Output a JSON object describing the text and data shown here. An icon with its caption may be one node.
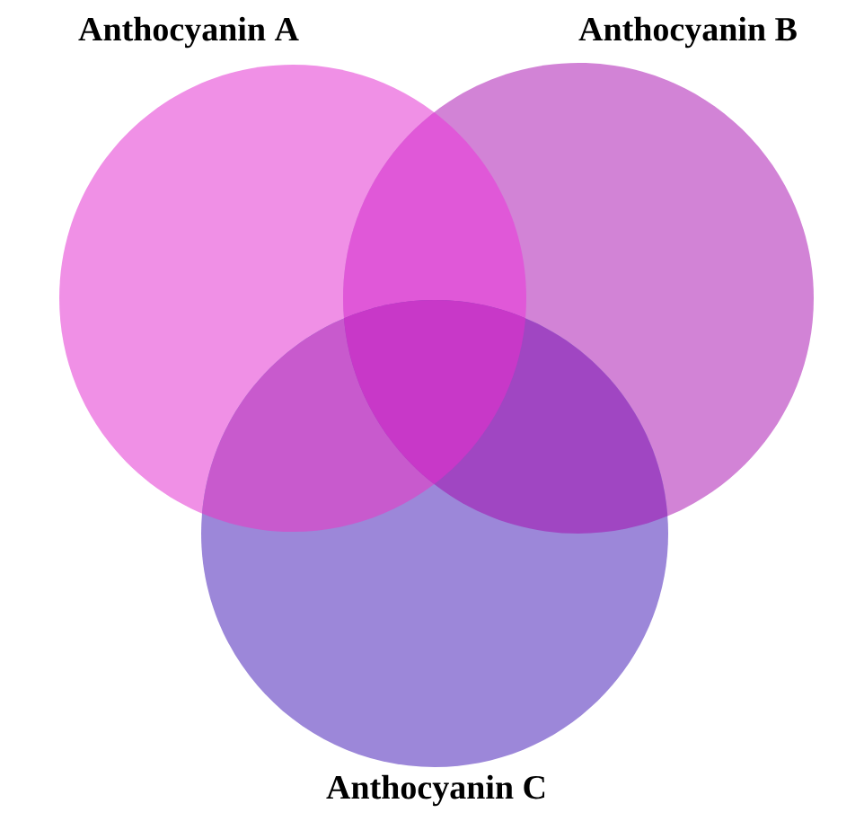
{
  "diagram": {
    "nodes": [
      {
        "text": [
          "Anthocyanin A"
        ]
      },
      {
        "text": [
          "Anthocyanin B"
        ]
      },
      {
        "text": [
          "Anthocyanin C"
        ]
      }
    ]
  }
}
